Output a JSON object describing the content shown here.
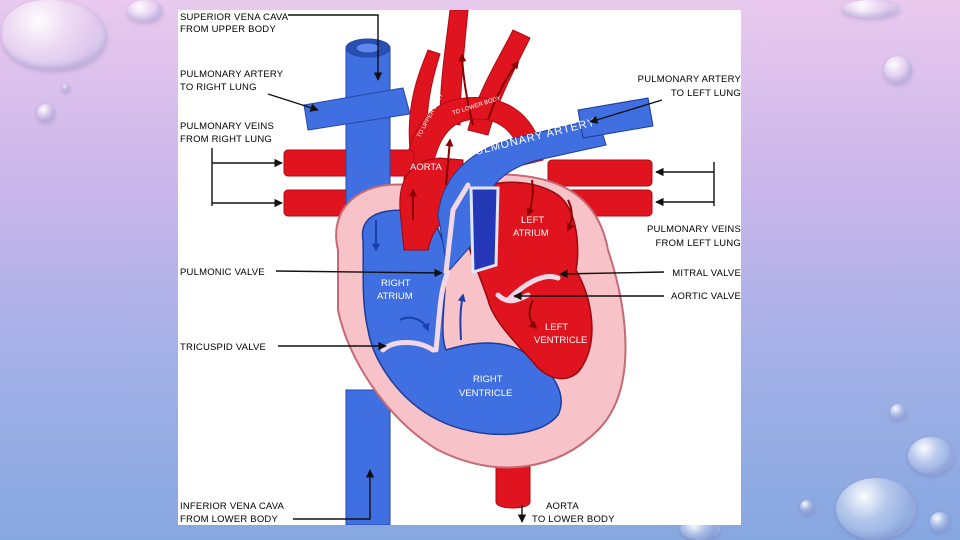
{
  "labels": {
    "superior_vena_cava": [
      "SUPERIOR VENA CAVA",
      "FROM UPPER BODY"
    ],
    "pulmonary_artery_right": [
      "PULMONARY ARTERY",
      "TO RIGHT LUNG"
    ],
    "pulmonary_veins_right": [
      "PULMONARY VEINS",
      "FROM RIGHT LUNG"
    ],
    "pulmonic_valve": "PULMONIC VALVE",
    "tricuspid_valve": "TRICUSPID VALVE",
    "inferior_vena_cava": [
      "INFERIOR VENA CAVA",
      "FROM LOWER BODY"
    ],
    "aorta_lower": [
      "AORTA",
      "TO LOWER BODY"
    ],
    "pulmonary_artery_left": [
      "PULMONARY ARTERY",
      "TO LEFT LUNG"
    ],
    "pulmonary_veins_left": [
      "PULMONARY VEINS",
      "FROM LEFT LUNG"
    ],
    "mitral_valve": "MITRAL VALVE",
    "aortic_valve": "AORTIC VALVE"
  },
  "inner_labels": {
    "aorta": "AORTA",
    "pulmonary_artery": "PULMONARY ARTERY",
    "left_atrium": [
      "LEFT",
      "ATRIUM"
    ],
    "right_atrium": [
      "RIGHT",
      "ATRIUM"
    ],
    "left_ventricle": [
      "LEFT",
      "VENTRICLE"
    ],
    "right_ventricle": [
      "RIGHT",
      "VENTRICLE"
    ],
    "to_upper_body": "TO UPPER BODY",
    "to_lower_body": "TO LOWER BODY"
  },
  "colors": {
    "oxygenated": "#e0141e",
    "deoxygenated": "#3f6fe0",
    "wall": "#f7c3c8",
    "arrow": "#111111"
  }
}
